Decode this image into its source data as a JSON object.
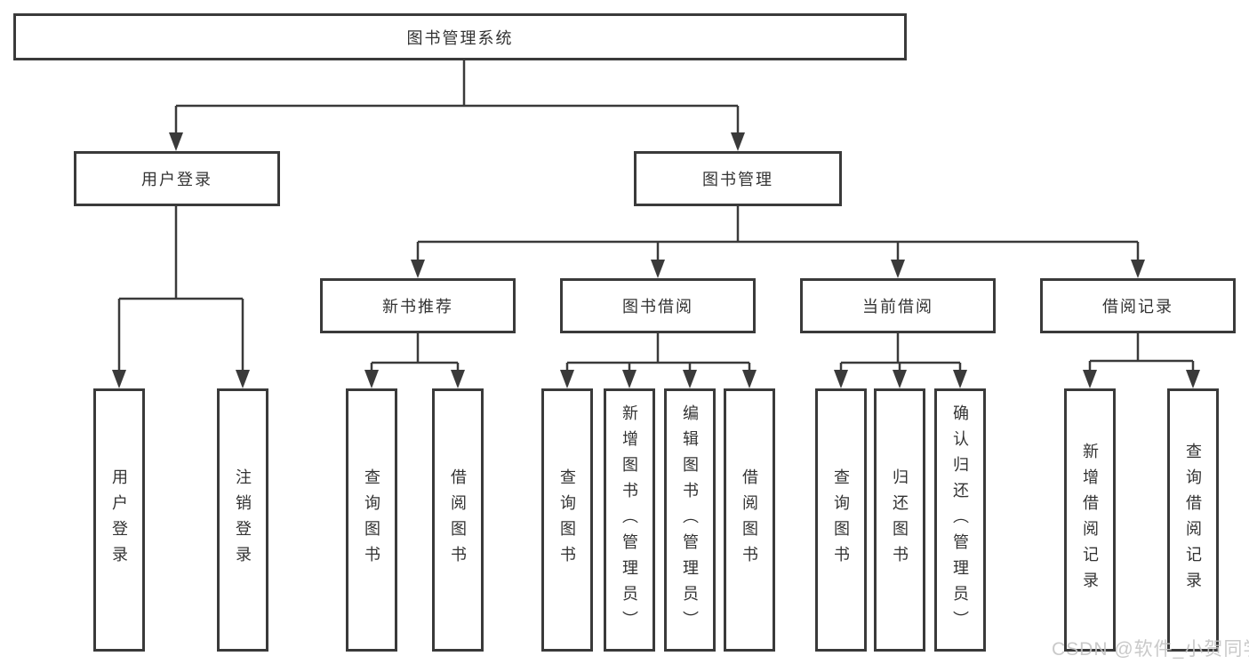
{
  "diagram": {
    "title": "图书管理系统",
    "level2": {
      "user_login": "用户登录",
      "book_mgmt": "图书管理"
    },
    "level3": {
      "new_books": "新书推荐",
      "book_borrow": "图书借阅",
      "current_borrow": "当前借阅",
      "borrow_records": "借阅记录"
    },
    "leaves": {
      "login_1": "用户登录",
      "login_2": "注销登录",
      "new_1": "查询图书",
      "new_2": "借阅图书",
      "borrow_1": "查询图书",
      "borrow_2": "新增图书（管理员）",
      "borrow_3": "编辑图书（管理员）",
      "borrow_4": "借阅图书",
      "current_1": "查询图书",
      "current_2": "归还图书",
      "current_3": "确认归还（管理员）",
      "records_1": "新增借阅记录",
      "records_2": "查询借阅记录"
    }
  },
  "watermark": "CSDN @软件_小贺同学",
  "colors": {
    "line": "#3a3a3a",
    "text": "#333333",
    "watermark": "#c4c4c4",
    "background": "#ffffff"
  }
}
